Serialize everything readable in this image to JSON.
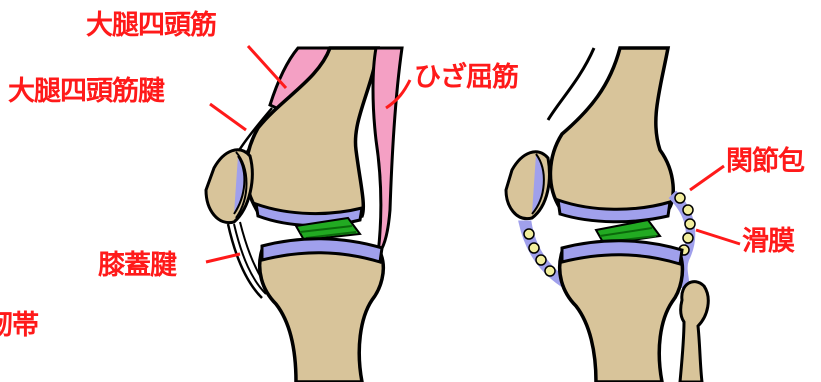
{
  "labels": {
    "quadriceps": "大腿四頭筋",
    "quadriceps_tendon": "大腿四頭筋腱",
    "hamstrings": "ひざ屈筋",
    "patellar_tendon": "膝蓋腱",
    "ligament_partial": "靭帯",
    "joint_capsule": "関節包",
    "synovium": "滑膜"
  },
  "colors": {
    "bone": "#d8c49a",
    "cartilage": "#a0a0ec",
    "meniscus_ligament": "#22aa22",
    "muscle": "#f4a0c4",
    "synovial_dots": "#f2ee9e",
    "outline": "#000000",
    "label_text": "#ff1a1a"
  }
}
